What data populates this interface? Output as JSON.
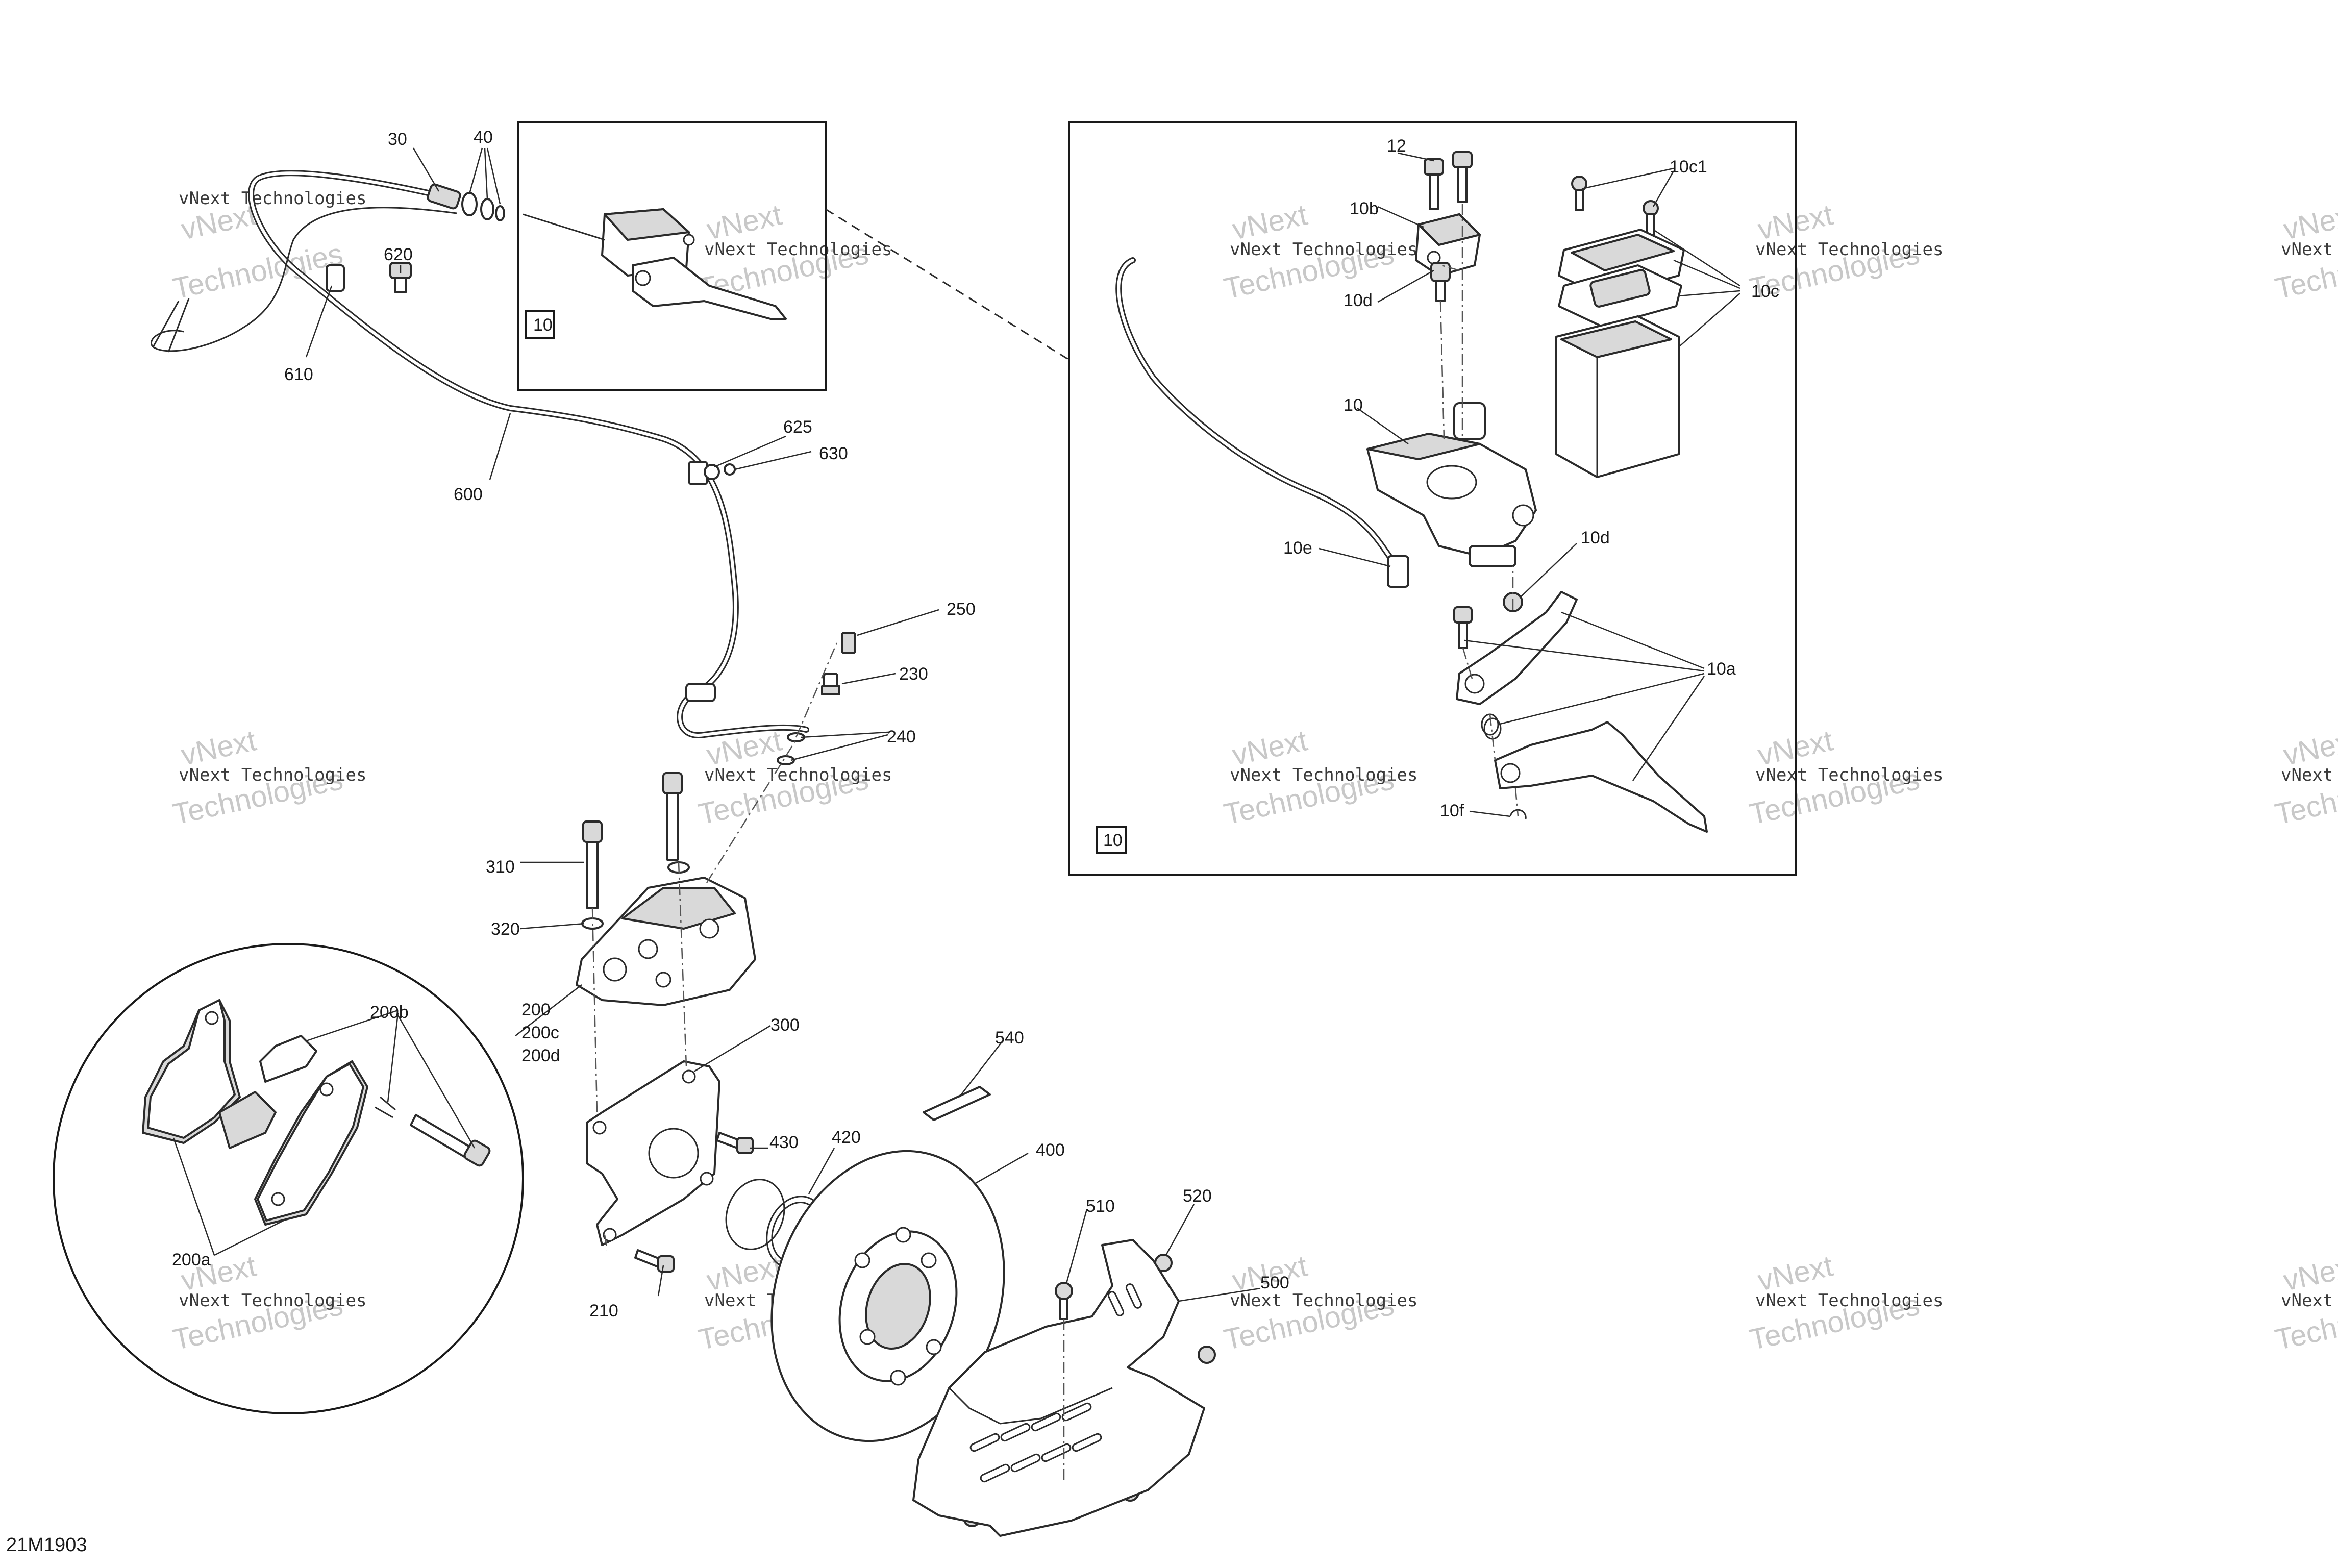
{
  "drawing_id": "21M1903",
  "inset_tag": "10",
  "callouts": {
    "c30": "30",
    "c40": "40",
    "c620": "620",
    "c610": "610",
    "c600": "600",
    "c625": "625",
    "c630": "630",
    "c250": "250",
    "c230": "230",
    "c240": "240",
    "c310": "310",
    "c320": "320",
    "c200": "200",
    "c200c": "200c",
    "c200d": "200d",
    "c200b": "200b",
    "c200a": "200a",
    "c300": "300",
    "c210": "210",
    "c430": "430",
    "c420": "420",
    "c400": "400",
    "c540": "540",
    "c510": "510",
    "c520": "520",
    "c500": "500",
    "c12": "12",
    "c10b": "10b",
    "c10c1": "10c1",
    "c10c": "10c",
    "c10d_top": "10d",
    "c10": "10",
    "c10e": "10e",
    "c10d": "10d",
    "c10a": "10a",
    "c10f": "10f"
  },
  "watermark": {
    "line1": "vNext Technologies",
    "line2": "vNext",
    "line3": "Technologies"
  }
}
